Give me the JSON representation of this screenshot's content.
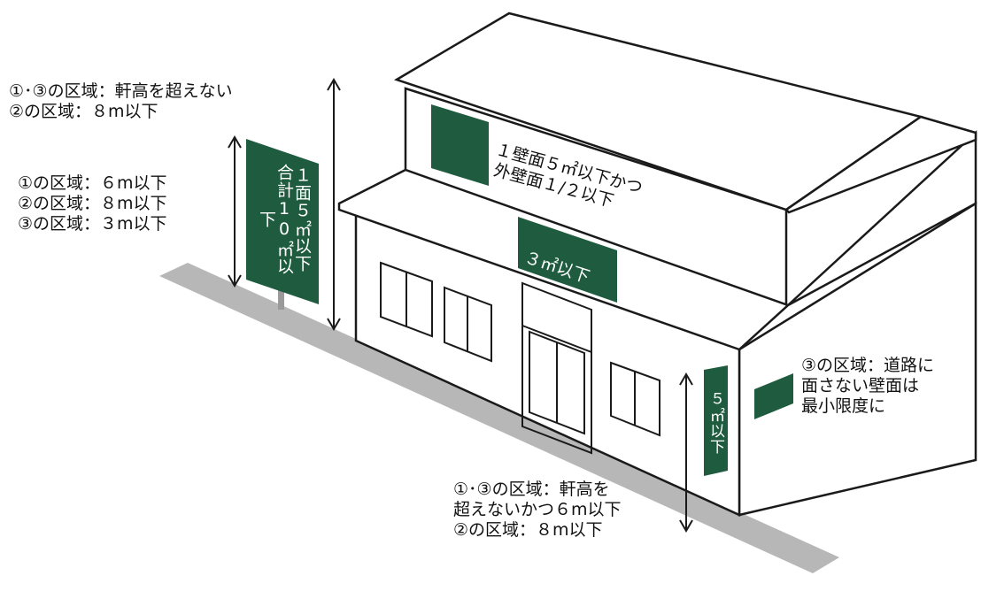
{
  "colors": {
    "sign_green": "#1f5c3f",
    "road_gray": "#b7b7b7",
    "line": "#1a1a1a",
    "background": "#ffffff"
  },
  "annotations": {
    "top_left": {
      "line1": "①･③の区域：軒高を超えない",
      "line2": "②の区域：８m以下"
    },
    "pole_sign_height": {
      "line1": "①の区域：６m以下",
      "line2": "②の区域：８m以下",
      "line3": "③の区域：３m以下"
    },
    "wall_sign": {
      "line1": "１壁面５㎡以下かつ",
      "line2": "外壁面１/２以下"
    },
    "side_wall": {
      "line1": "③の区域：道路に",
      "line2": "面さない壁面は",
      "line3": "最小限度に"
    },
    "projecting_sign_height": {
      "line1": "①･③の区域：軒高を",
      "line2": "超えないかつ６m以下",
      "line3": "②の区域：８m以下"
    }
  },
  "signs": {
    "pole_sign_col1": "１面５㎡以下",
    "pole_sign_col2": "合計10㎡以下",
    "eave_sign": "３㎡以下",
    "projecting_sign": "５㎡以下"
  }
}
